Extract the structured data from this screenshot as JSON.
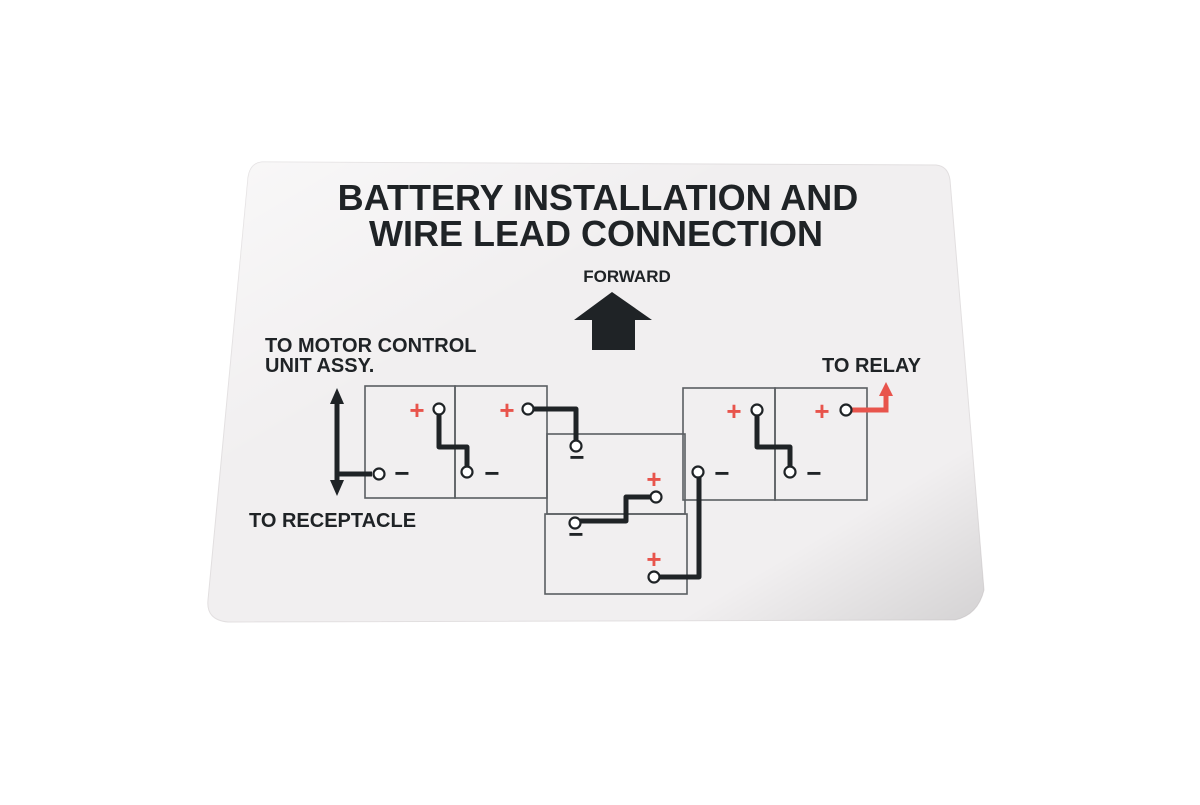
{
  "decal": {
    "title_line1": "BATTERY INSTALLATION AND",
    "title_line2": "WIRE LEAD CONNECTION",
    "forward_label": "FORWARD",
    "motor_label_line1": "TO MOTOR CONTROL",
    "motor_label_line2": "UNIT ASSY.",
    "relay_label": "TO RELAY",
    "receptacle_label": "TO RECEPTACLE",
    "plus_symbol": "+",
    "minus_symbol": "−",
    "colors": {
      "background": "#f1eff0",
      "ink": "#1f2326",
      "positive": "#e8544c",
      "relay_lead": "#e8544c"
    }
  }
}
